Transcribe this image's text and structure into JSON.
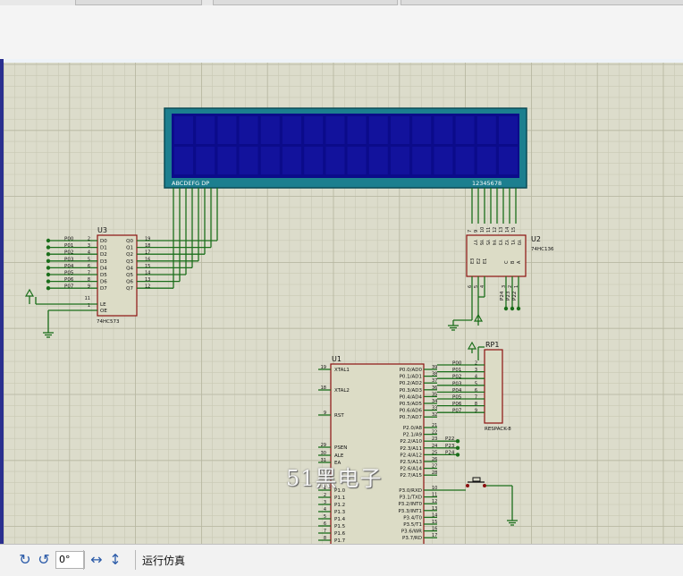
{
  "status_bar": {
    "rotation_value": "0°",
    "run_simulation": "运行仿真"
  },
  "watermark": "51黑电子",
  "schematic": {
    "u3": {
      "ref": "U3",
      "part": "74HC573",
      "pins_in": [
        "D0",
        "D1",
        "D2",
        "D3",
        "D4",
        "D5",
        "D6",
        "D7"
      ],
      "pins_out": [
        "Q0",
        "Q1",
        "Q2",
        "Q3",
        "Q4",
        "Q5",
        "Q6",
        "Q7"
      ],
      "nums_in": [
        "2",
        "3",
        "4",
        "5",
        "6",
        "7",
        "8",
        "9"
      ],
      "nums_out": [
        "19",
        "18",
        "17",
        "16",
        "15",
        "14",
        "13",
        "12"
      ],
      "nets": [
        "P00",
        "P01",
        "P02",
        "P03",
        "P04",
        "P05",
        "P06",
        "P07"
      ],
      "le": "LE",
      "oe": "OE",
      "le_num": "11",
      "oe_num": "1"
    },
    "lcd": {
      "seg_label": "ABCDEFG  DP",
      "digit_label": "12345678"
    },
    "u2": {
      "ref": "U2",
      "part": "74HC136",
      "outputs": [
        "Y7",
        "Y6",
        "Y5",
        "Y4",
        "Y3",
        "Y2",
        "Y1",
        "Y0"
      ],
      "out_nums": [
        "7",
        "9",
        "10",
        "11",
        "12",
        "13",
        "14",
        "15"
      ],
      "enables": [
        "E3",
        "E2",
        "E1"
      ],
      "en_nums": [
        "6",
        "5",
        "4"
      ],
      "inputs": [
        "C",
        "B",
        "A"
      ],
      "in_nums": [
        "3",
        "2",
        "1"
      ],
      "nets": [
        "P24",
        "P23",
        "P22"
      ]
    },
    "rp1": {
      "ref": "RP1",
      "part": "RESPACK-8",
      "nums": [
        "2",
        "3",
        "4",
        "5",
        "6",
        "7",
        "8",
        "9"
      ],
      "nets": [
        "P00",
        "P01",
        "P02",
        "P03",
        "P04",
        "P05",
        "P06",
        "P07"
      ]
    },
    "u1": {
      "ref": "U1",
      "left_pins": [
        {
          "num": "19",
          "name": "XTAL1"
        },
        {
          "num": "18",
          "name": "XTAL2"
        },
        {
          "num": "9",
          "name": "RST"
        },
        {
          "num": "29",
          "name": "PSEN"
        },
        {
          "num": "30",
          "name": "ALE"
        },
        {
          "num": "31",
          "name": "EA"
        },
        {
          "num": "1",
          "name": "P1.0"
        },
        {
          "num": "2",
          "name": "P1.1"
        },
        {
          "num": "3",
          "name": "P1.2"
        },
        {
          "num": "4",
          "name": "P1.3"
        },
        {
          "num": "5",
          "name": "P1.4"
        },
        {
          "num": "6",
          "name": "P1.5"
        },
        {
          "num": "7",
          "name": "P1.6"
        },
        {
          "num": "8",
          "name": "P1.7"
        }
      ],
      "right_pins": [
        {
          "num": "39",
          "name": "P0.0/AD0"
        },
        {
          "num": "38",
          "name": "P0.1/AD1"
        },
        {
          "num": "37",
          "name": "P0.2/AD2"
        },
        {
          "num": "36",
          "name": "P0.3/AD3"
        },
        {
          "num": "35",
          "name": "P0.4/AD4"
        },
        {
          "num": "34",
          "name": "P0.5/AD5"
        },
        {
          "num": "33",
          "name": "P0.6/AD6"
        },
        {
          "num": "32",
          "name": "P0.7/AD7"
        },
        {
          "num": "21",
          "name": "P2.0/A8"
        },
        {
          "num": "22",
          "name": "P2.1/A9"
        },
        {
          "num": "23",
          "name": "P2.2/A10"
        },
        {
          "num": "24",
          "name": "P2.3/A11"
        },
        {
          "num": "25",
          "name": "P2.4/A12"
        },
        {
          "num": "26",
          "name": "P2.5/A13"
        },
        {
          "num": "27",
          "name": "P2.6/A14"
        },
        {
          "num": "28",
          "name": "P2.7/A15"
        },
        {
          "num": "10",
          "name": "P3.0/RXD"
        },
        {
          "num": "11",
          "name": "P3.1/TXD"
        },
        {
          "num": "12",
          "name": "P3.2/INT0"
        },
        {
          "num": "13",
          "name": "P3.3/INT1"
        },
        {
          "num": "14",
          "name": "P3.4/T0"
        },
        {
          "num": "15",
          "name": "P3.5/T1"
        },
        {
          "num": "16",
          "name": "P3.6/WR"
        },
        {
          "num": "17",
          "name": "P3.7/RD"
        }
      ],
      "p2_nets": [
        "P22",
        "P23",
        "P24"
      ]
    }
  }
}
